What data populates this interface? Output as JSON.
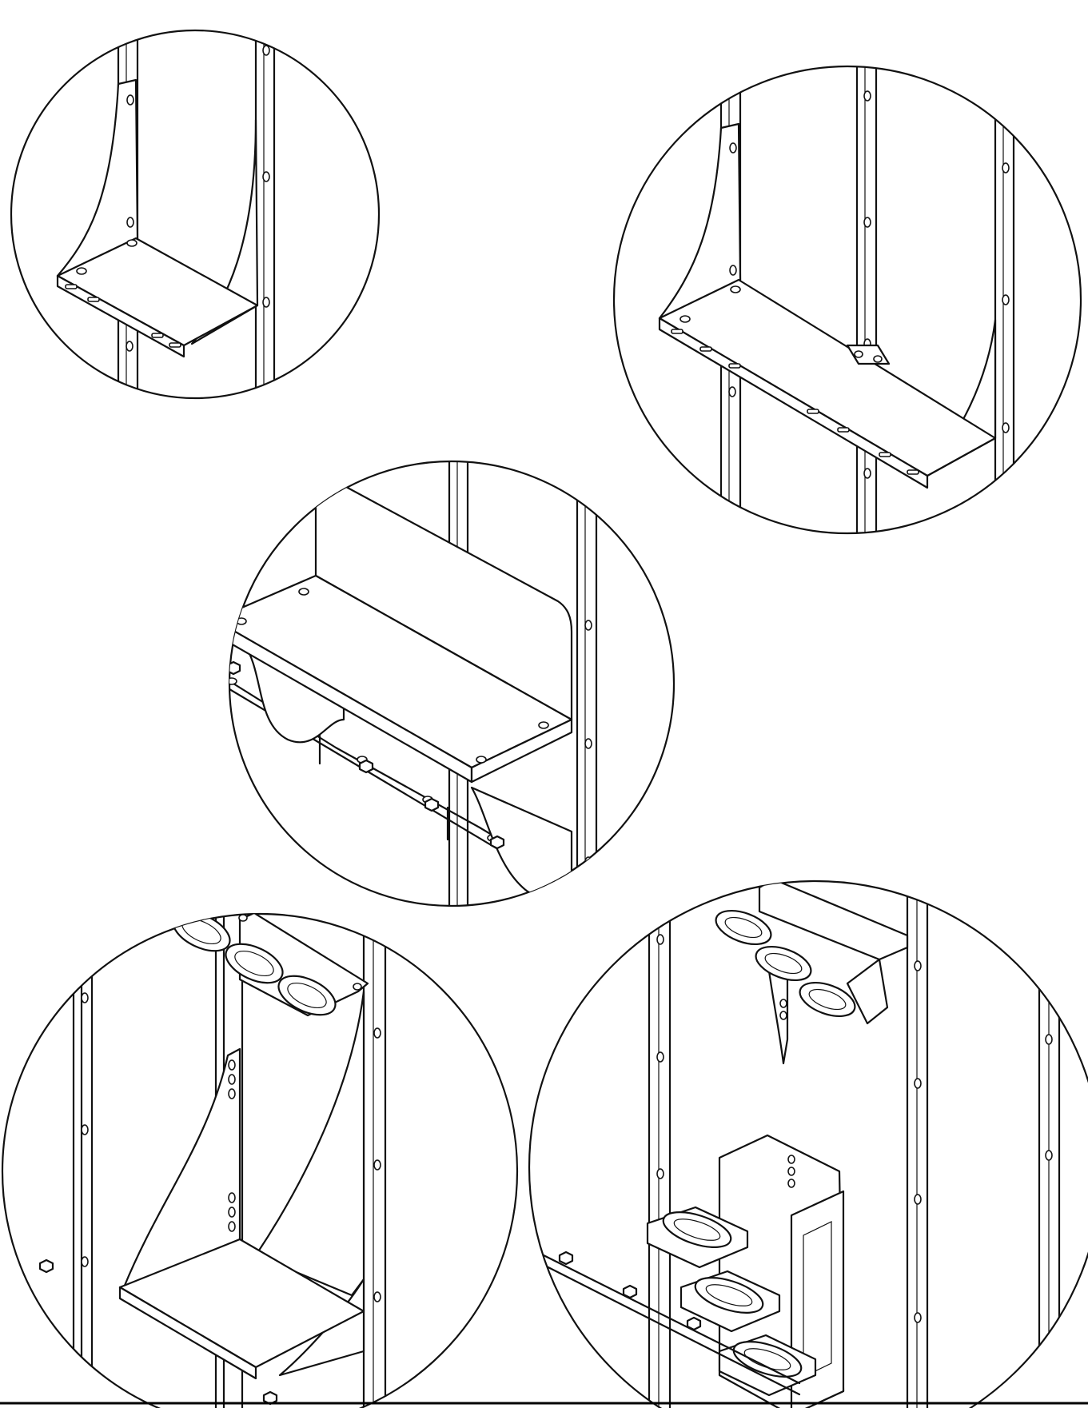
{
  "document": {
    "type": "assembly-illustration",
    "views": [
      {
        "name": "shelf-bracket-single"
      },
      {
        "name": "shelf-bracket-wide"
      },
      {
        "name": "bench-seat"
      },
      {
        "name": "cylinder-holder-three-ring"
      },
      {
        "name": "cylinder-holder-and-oval-cup-rack"
      }
    ]
  },
  "colors": {
    "line": "#111111",
    "paper": "#ffffff"
  }
}
